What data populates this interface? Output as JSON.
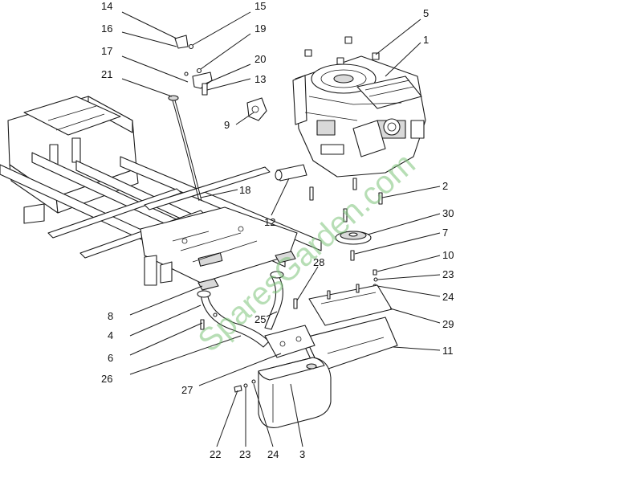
{
  "watermark": "SparesGarden.com",
  "callouts": [
    {
      "id": "c14",
      "label": "14"
    },
    {
      "id": "c15",
      "label": "15"
    },
    {
      "id": "c16",
      "label": "16"
    },
    {
      "id": "c19",
      "label": "19"
    },
    {
      "id": "c17",
      "label": "17"
    },
    {
      "id": "c20",
      "label": "20"
    },
    {
      "id": "c21",
      "label": "21"
    },
    {
      "id": "c13",
      "label": "13"
    },
    {
      "id": "c9",
      "label": "9"
    },
    {
      "id": "c5",
      "label": "5"
    },
    {
      "id": "c1",
      "label": "1"
    },
    {
      "id": "c18",
      "label": "18"
    },
    {
      "id": "c12",
      "label": "12"
    },
    {
      "id": "c2",
      "label": "2"
    },
    {
      "id": "c30",
      "label": "30"
    },
    {
      "id": "c7",
      "label": "7"
    },
    {
      "id": "c10",
      "label": "10"
    },
    {
      "id": "c28",
      "label": "28"
    },
    {
      "id": "c23a",
      "label": "23"
    },
    {
      "id": "c24a",
      "label": "24"
    },
    {
      "id": "c8",
      "label": "8"
    },
    {
      "id": "c4",
      "label": "4"
    },
    {
      "id": "c25",
      "label": "25"
    },
    {
      "id": "c29",
      "label": "29"
    },
    {
      "id": "c6",
      "label": "6"
    },
    {
      "id": "c11",
      "label": "11"
    },
    {
      "id": "c26",
      "label": "26"
    },
    {
      "id": "c27",
      "label": "27"
    },
    {
      "id": "c22",
      "label": "22"
    },
    {
      "id": "c23b",
      "label": "23"
    },
    {
      "id": "c24b",
      "label": "24"
    },
    {
      "id": "c3",
      "label": "3"
    }
  ]
}
